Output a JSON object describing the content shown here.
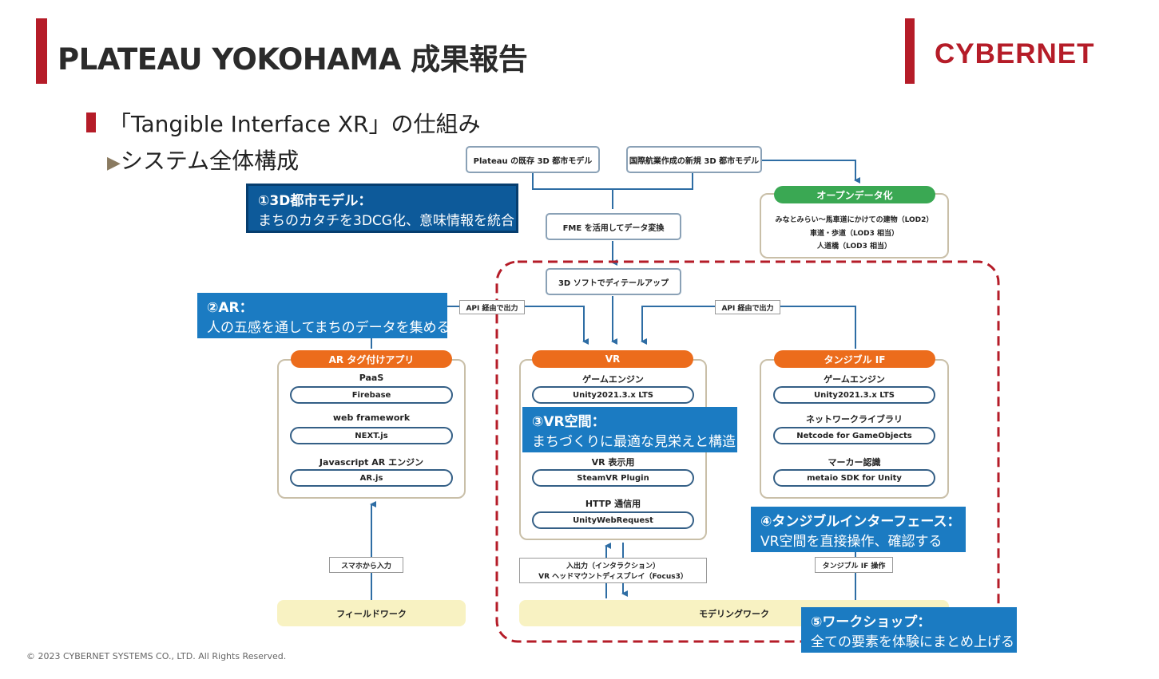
{
  "header": {
    "title": "PLATEAU YOKOHAMA 成果報告",
    "logo": "CYBERNET"
  },
  "section": {
    "title": "「Tangible Interface XR」の仕組み",
    "subtitle": "システム全体構成",
    "subtitle_marker": "▶"
  },
  "diagram": {
    "source_plateau": "Plateau の既存 3D 都市モデル",
    "source_kokusai": "国際航業作成の新規 3D 都市モデル",
    "fme": "FME を活用してデータ変換",
    "detail_up": "3D ソフトでディテールアップ",
    "api_left": "API 経由で出力",
    "api_right": "API 経由で出力",
    "opendata": {
      "head": "オープンデータ化",
      "lines": [
        "みなとみらい〜馬車道にかけての建物（LOD2）",
        "車道・歩道（LOD3 相当）",
        "人道橋（LOD3 相当）"
      ]
    },
    "ar_panel": {
      "head": "AR タグ付けアプリ",
      "label1": "PaaS",
      "pill1": "Firebase",
      "label2": "web framework",
      "pill2": "NEXT.js",
      "label3": "Javascript AR エンジン",
      "pill3": "AR.js"
    },
    "vr_panel": {
      "head": "VR",
      "label1": "ゲームエンジン",
      "pill1": "Unity2021.3.x LTS",
      "label3": "VR 表示用",
      "pill3": "SteamVR Plugin",
      "label4": "HTTP 通信用",
      "pill4": "UnityWebRequest"
    },
    "tangible_panel": {
      "head": "タンジブル IF",
      "label1": "ゲームエンジン",
      "pill1": "Unity2021.3.x LTS",
      "label2": "ネットワークライブラリ",
      "pill2": "Netcode for GameObjects",
      "label3": "マーカー認識",
      "pill3": "metaio SDK for Unity"
    },
    "vr_io_line1": "入出力（インタラクション）",
    "vr_io_line2": "VR ヘッドマウントディスプレイ（Focus3）",
    "smartphone_input": "スマホから入力",
    "tangible_op": "タンジブル IF 操作",
    "fieldwork": "フィールドワーク",
    "modeling": "モデリングワーク"
  },
  "callouts": {
    "c1_head": "①3D都市モデル：",
    "c1_body": "まちのカタチを3DCG化、意味情報を統合",
    "c2_head": "②AR：",
    "c2_body": "人の五感を通してまちのデータを集める",
    "c3_head": "③VR空間：",
    "c3_body": "まちづくりに最適な見栄えと構造",
    "c4_head": "④タンジブルインターフェース：",
    "c4_body": "VR空間を直接操作、確認する",
    "c5_head": "⑤ワークショップ：",
    "c5_body": "全ての要素を体験にまとめ上げる"
  },
  "footer": {
    "copyright": "© 2023 CYBERNET SYSTEMS CO., LTD. All Rights Reserved."
  },
  "colors": {
    "accent_red": "#b51c28",
    "callout_blue": "#1b7bc2",
    "head_orange": "#ec6c1c",
    "head_green": "#3aa853",
    "line_blue": "#2e6da4"
  }
}
